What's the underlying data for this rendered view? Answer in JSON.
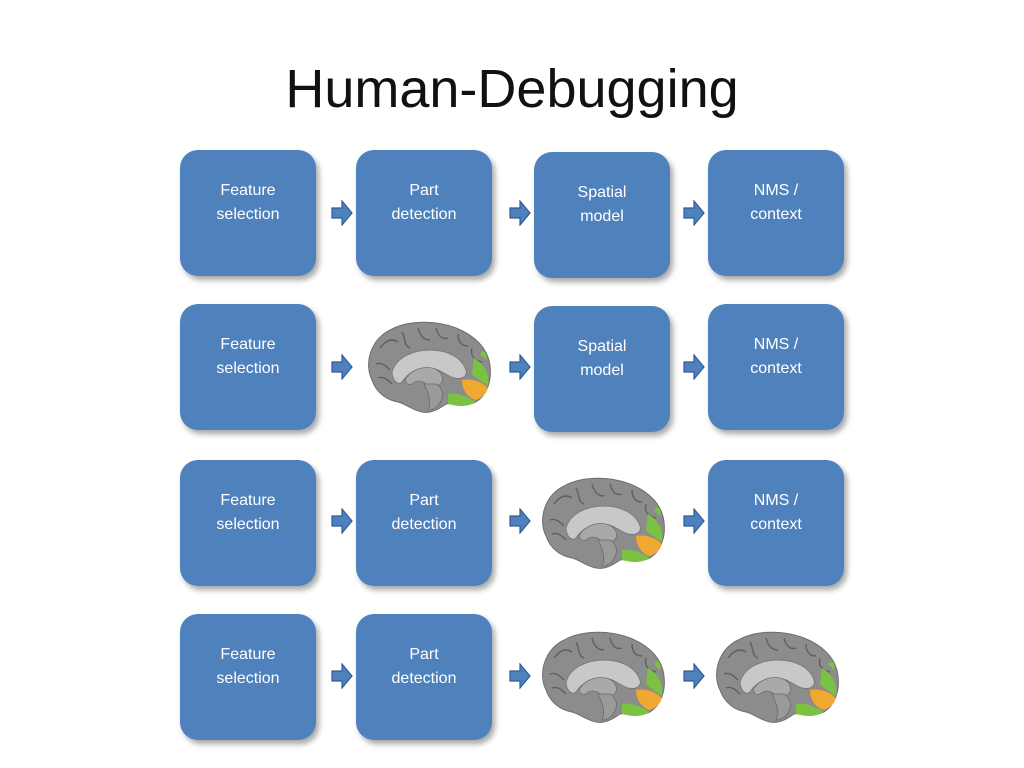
{
  "slide": {
    "title": "Human-Debugging"
  },
  "rows": [
    {
      "stages": [
        {
          "kind": "box",
          "label": "Feature\nselection"
        },
        {
          "kind": "box",
          "label": "Part\ndetection"
        },
        {
          "kind": "box",
          "label": "Spatial\nmodel"
        },
        {
          "kind": "box",
          "label": "NMS /\ncontext"
        }
      ]
    },
    {
      "stages": [
        {
          "kind": "box",
          "label": "Feature\nselection"
        },
        {
          "kind": "brain",
          "icon": "brain-icon"
        },
        {
          "kind": "box",
          "label": "Spatial\nmodel"
        },
        {
          "kind": "box",
          "label": "NMS /\ncontext"
        }
      ]
    },
    {
      "stages": [
        {
          "kind": "box",
          "label": "Feature\nselection"
        },
        {
          "kind": "box",
          "label": "Part\ndetection"
        },
        {
          "kind": "brain",
          "icon": "brain-icon"
        },
        {
          "kind": "box",
          "label": "NMS /\ncontext"
        }
      ]
    },
    {
      "stages": [
        {
          "kind": "box",
          "label": "Feature\nselection"
        },
        {
          "kind": "box",
          "label": "Part\ndetection"
        },
        {
          "kind": "brain",
          "icon": "brain-icon"
        },
        {
          "kind": "brain",
          "icon": "brain-icon"
        }
      ]
    }
  ],
  "colors": {
    "box_fill": "#4f81bd",
    "arrow_fill": "#4f81bd",
    "arrow_stroke": "#2c5d96",
    "brain_gray": "#8c8c8c",
    "brain_light": "#c8c8c8",
    "brain_green": "#7cc242",
    "brain_orange": "#f0a830"
  },
  "icons": {
    "arrow": "arrow-right-icon",
    "brain": "brain-icon"
  }
}
